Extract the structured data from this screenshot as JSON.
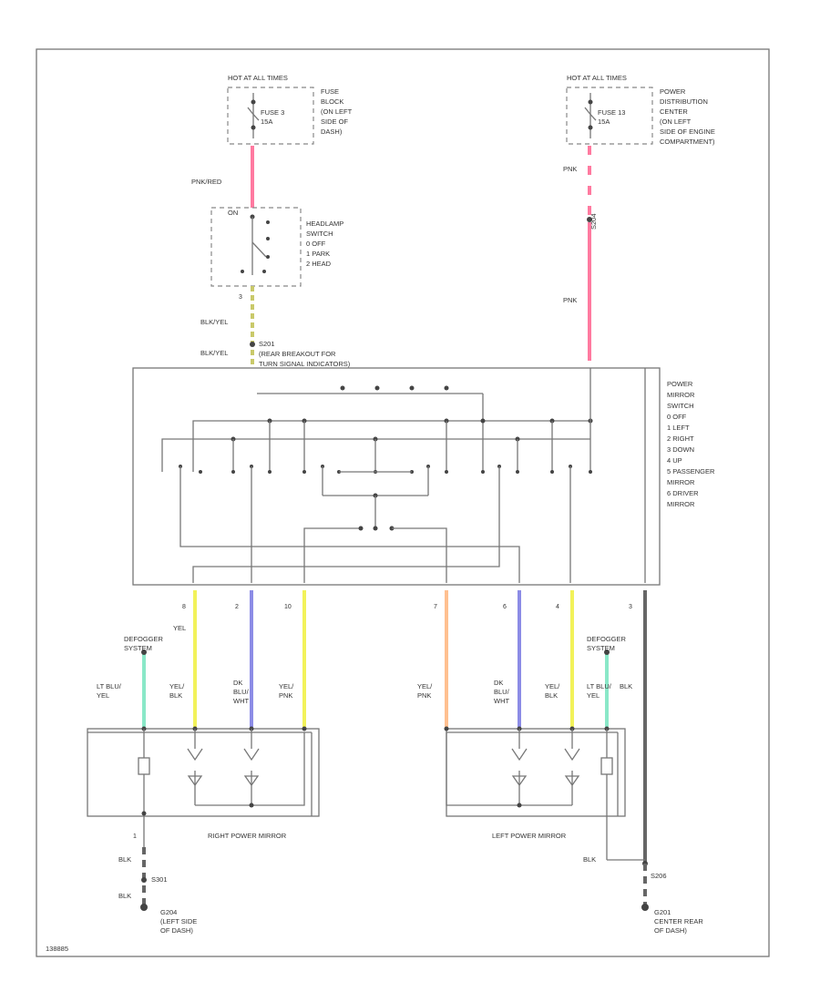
{
  "left_fuse": {
    "hot": "HOT AT ALL TIMES",
    "fuse": [
      "FUSE 3",
      "15A"
    ],
    "location": [
      "FUSE",
      "BLOCK",
      "(ON LEFT",
      "SIDE OF",
      "DASH)"
    ]
  },
  "right_fuse": {
    "hot": "HOT AT ALL TIMES",
    "fuse": [
      "FUSE 13",
      "15A"
    ],
    "location": [
      "POWER",
      "DISTRIBUTION",
      "CENTER",
      "(ON LEFT",
      "SIDE OF ENGINE",
      "COMPARTMENT)"
    ]
  },
  "headlamp": {
    "on": "ON",
    "title": [
      "HEADLAMP",
      "SWITCH",
      "0 OFF",
      "1 PARK",
      "2 HEAD"
    ],
    "pin": "3"
  },
  "wires_top": {
    "pnk_red": "PNK/RED",
    "pnk": "PNK",
    "s204": "S204",
    "pnk2": "PNK",
    "blk_yel_1": "BLK/YEL",
    "s201": "S201",
    "blk_yel_2": "BLK/YEL",
    "breakout": [
      "(REAR BREAKOUT FOR",
      "TURN SIGNAL INDICATORS)"
    ]
  },
  "switch": {
    "title": [
      "POWER",
      "MIRROR",
      "SWITCH",
      "0 OFF",
      "1 LEFT",
      "2 RIGHT",
      "3 DOWN",
      "4 UP",
      "5 PASSENGER",
      "MIRROR",
      "6 DRIVER",
      "MIRROR"
    ],
    "pins": [
      "8",
      "2",
      "10",
      "7",
      "6",
      "4",
      "3"
    ]
  },
  "lower_wires": {
    "yel": "YEL",
    "defogger_left": [
      "DEFOGGER",
      "SYSTEM"
    ],
    "defogger_right": [
      "DEFOGGER",
      "SYSTEM"
    ],
    "lt_blu_yel_left": [
      "LT BLU/",
      "YEL"
    ],
    "yel_blk_left": [
      "YEL/",
      "BLK"
    ],
    "dk_blu_wht_left": [
      "DK",
      "BLU/",
      "WHT"
    ],
    "yel_pnk_left": [
      "YEL/",
      "PNK"
    ],
    "yel_pnk_right": [
      "YEL/",
      "PNK"
    ],
    "dk_blu_wht_right": [
      "DK",
      "BLU/",
      "WHT"
    ],
    "yel_blk_right": [
      "YEL/",
      "BLK"
    ],
    "lt_blu_yel_right": [
      "LT BLU/",
      "YEL"
    ],
    "blk_right": "BLK"
  },
  "mirrors": {
    "right": "RIGHT POWER MIRROR",
    "left": "LEFT POWER MIRROR"
  },
  "grounds": {
    "pin_1": "1",
    "blk_1": "BLK",
    "s301": "S301",
    "blk_2": "BLK",
    "g204": [
      "G204",
      "(LEFT SIDE",
      "OF DASH)"
    ],
    "blk_3": "BLK",
    "s206": "S206",
    "g201": [
      "G201",
      "CENTER REAR",
      "OF DASH)"
    ]
  },
  "footer": "138885",
  "colors": {
    "pnk": "#ff7aa0",
    "yel": "#f2f25a",
    "dk_blu": "#8c8ce6",
    "lt_blu": "#8ae8c8",
    "org": "#ffc090",
    "blk_yel": "#c9c96a",
    "blk": "#666666"
  }
}
